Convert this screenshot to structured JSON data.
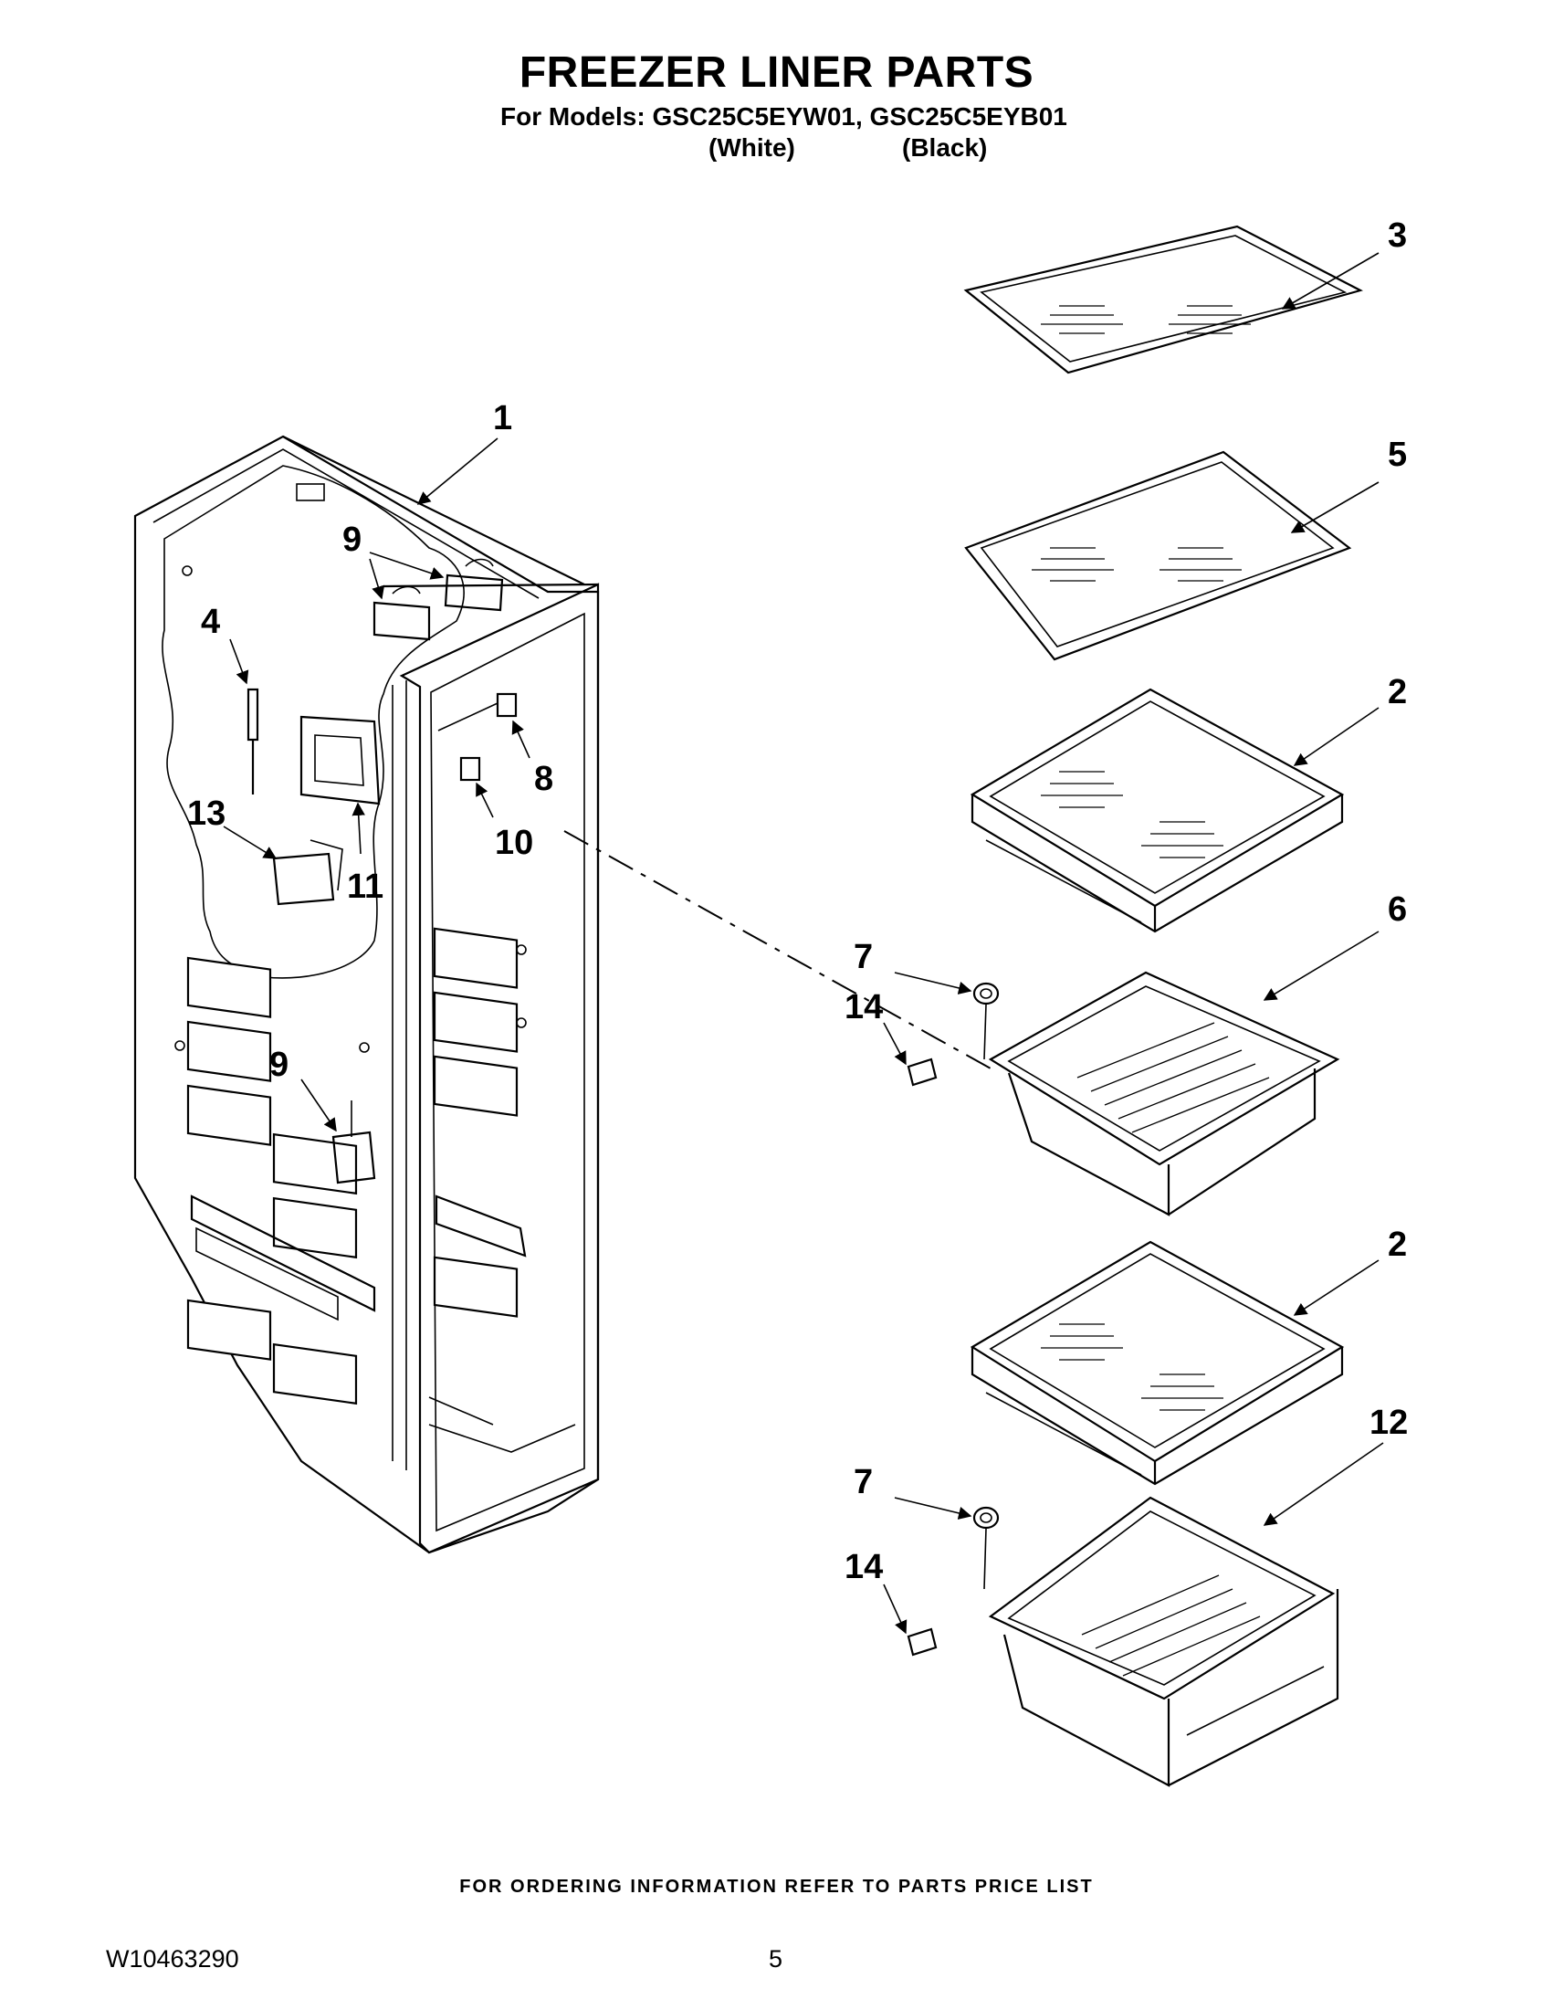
{
  "header": {
    "title": "FREEZER LINER PARTS",
    "models_line": "For Models: GSC25C5EYW01, GSC25C5EYB01",
    "variant_white": "(White)",
    "variant_black": "(Black)"
  },
  "callouts": {
    "c1": "1",
    "c2a": "2",
    "c2b": "2",
    "c3": "3",
    "c4": "4",
    "c5": "5",
    "c6": "6",
    "c7a": "7",
    "c7b": "7",
    "c8": "8",
    "c9a": "9",
    "c9b": "9",
    "c10": "10",
    "c11": "11",
    "c12": "12",
    "c13": "13",
    "c14a": "14",
    "c14b": "14"
  },
  "footer": {
    "ordering_note": "FOR ORDERING INFORMATION REFER TO PARTS PRICE LIST",
    "doc_number": "W10463290",
    "page_number": "5"
  }
}
